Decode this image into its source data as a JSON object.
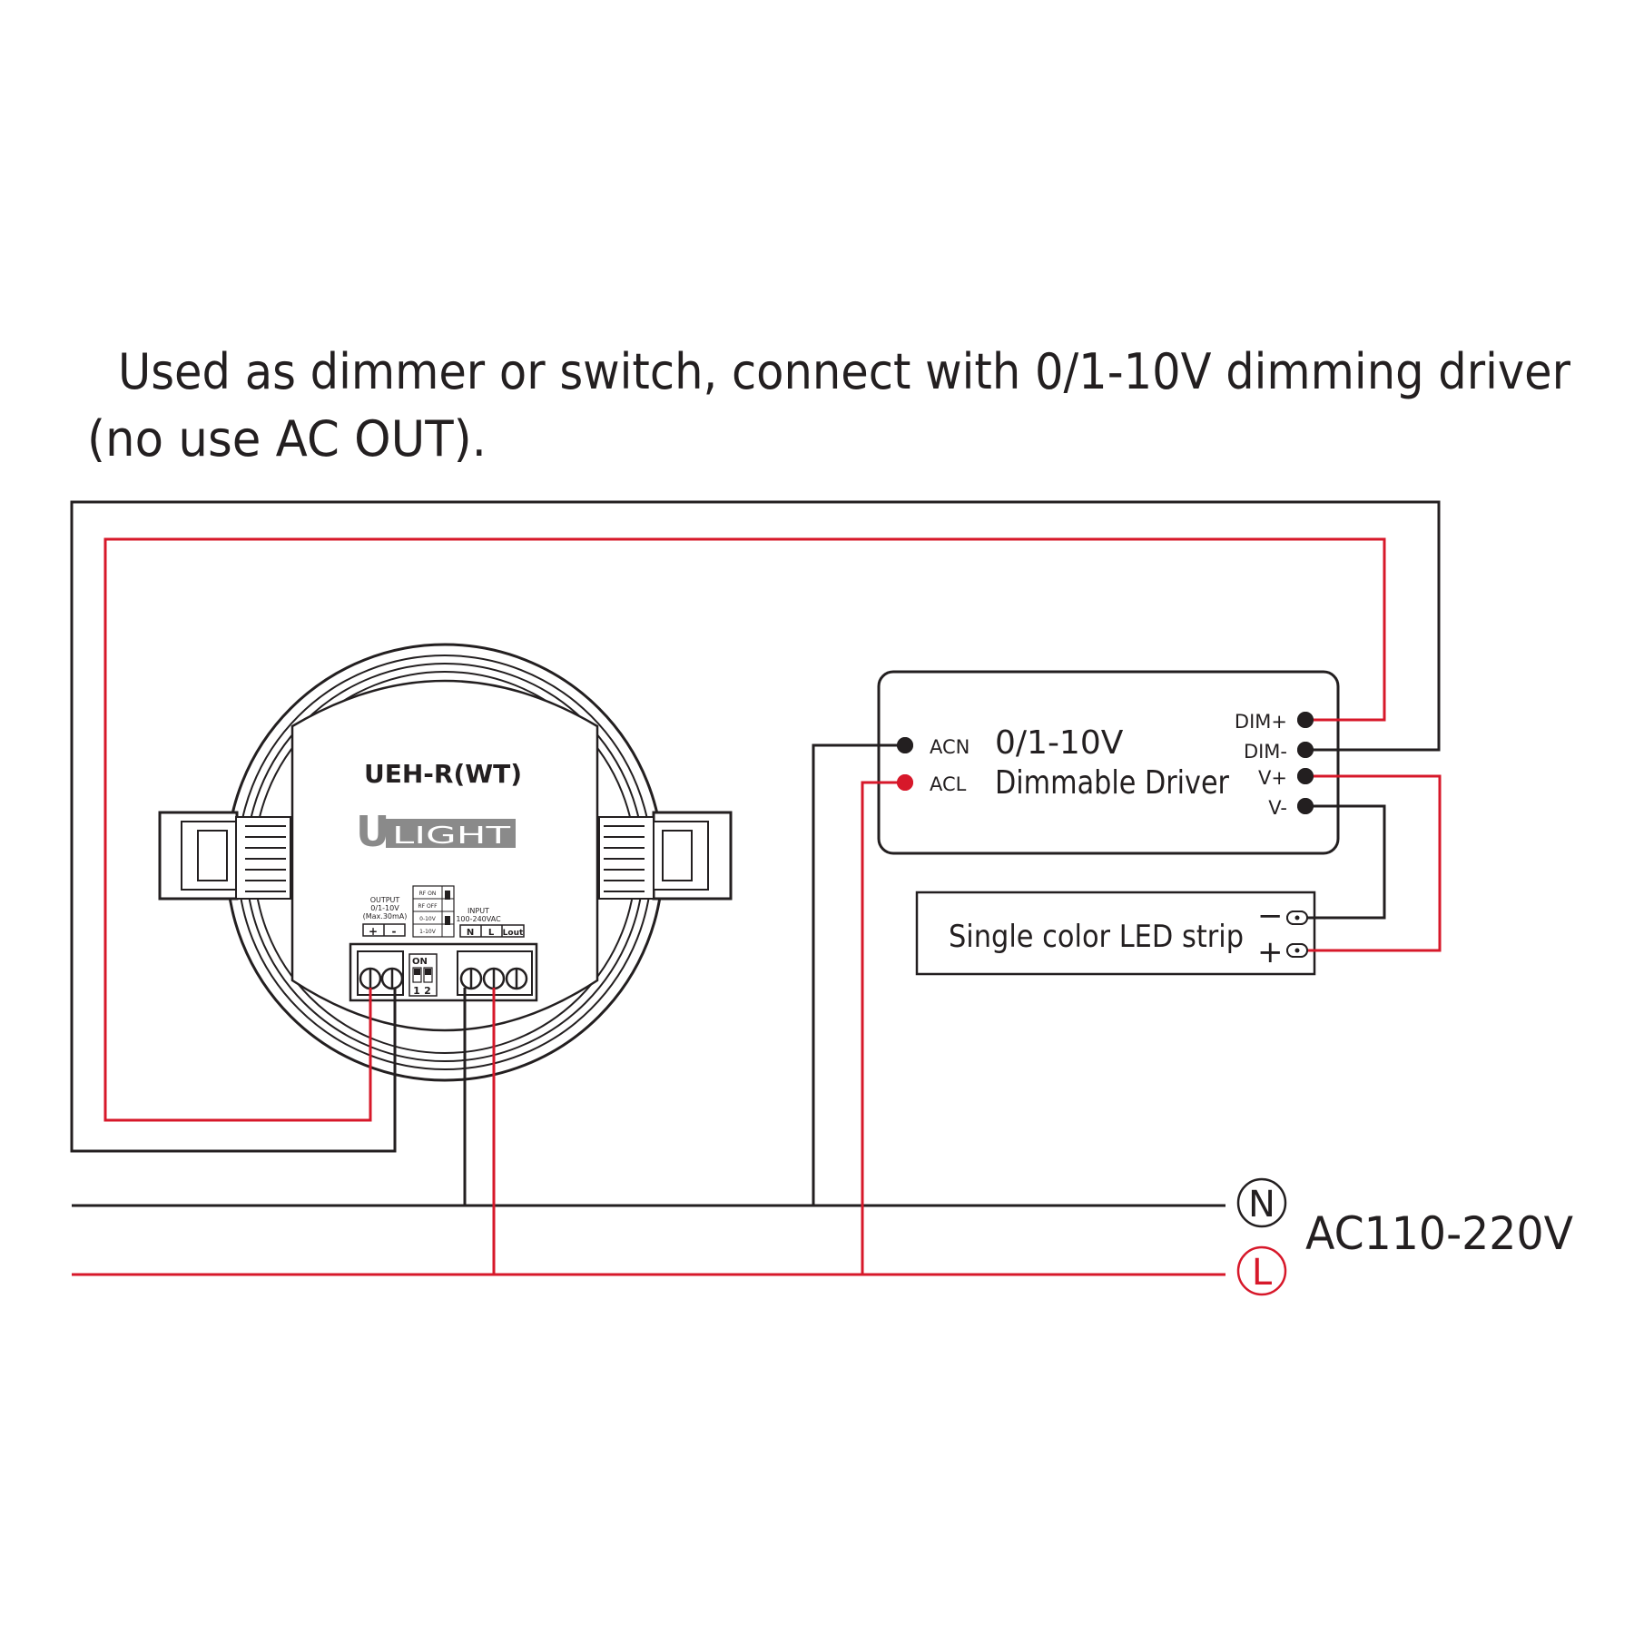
{
  "caption": {
    "line1": "Used as dimmer or switch, connect with 0/1-10V dimming driver",
    "line2": "(no use AC OUT)."
  },
  "device": {
    "model": "UEH-R(WT)",
    "logo_u": "U",
    "logo_light": "LIGHT",
    "output_label": [
      "OUTPUT",
      "0/1-10V",
      "(Max.30mA)"
    ],
    "output_plus": "+",
    "output_minus": "-",
    "dip_labels": [
      "RF ON",
      "RF OFF",
      "0-10V",
      "1-10V"
    ],
    "dip_on": "ON",
    "dip_1": "1",
    "dip_2": "2",
    "input_label": [
      "INPUT",
      "100-240VAC"
    ],
    "input_n": "N",
    "input_l": "L",
    "input_lout": "Lout"
  },
  "driver": {
    "title_line1": "0/1-10V",
    "title_line2": "Dimmable Driver",
    "acn": "ACN",
    "acl": "ACL",
    "dim_plus": "DIM+",
    "dim_minus": "DIM-",
    "v_plus": "V+",
    "v_minus": "V-"
  },
  "led_strip": {
    "label": "Single color LED strip",
    "minus": "−",
    "plus": "+"
  },
  "mains": {
    "n": "N",
    "l": "L",
    "voltage": "AC110-220V"
  },
  "colors": {
    "wire_black": "#231f20",
    "wire_red": "#d7182a",
    "text": "#231f20"
  },
  "icons": {
    "terminal": "screw-terminal-icon",
    "n_symbol": "circled-n-icon",
    "l_symbol": "circled-l-icon"
  }
}
